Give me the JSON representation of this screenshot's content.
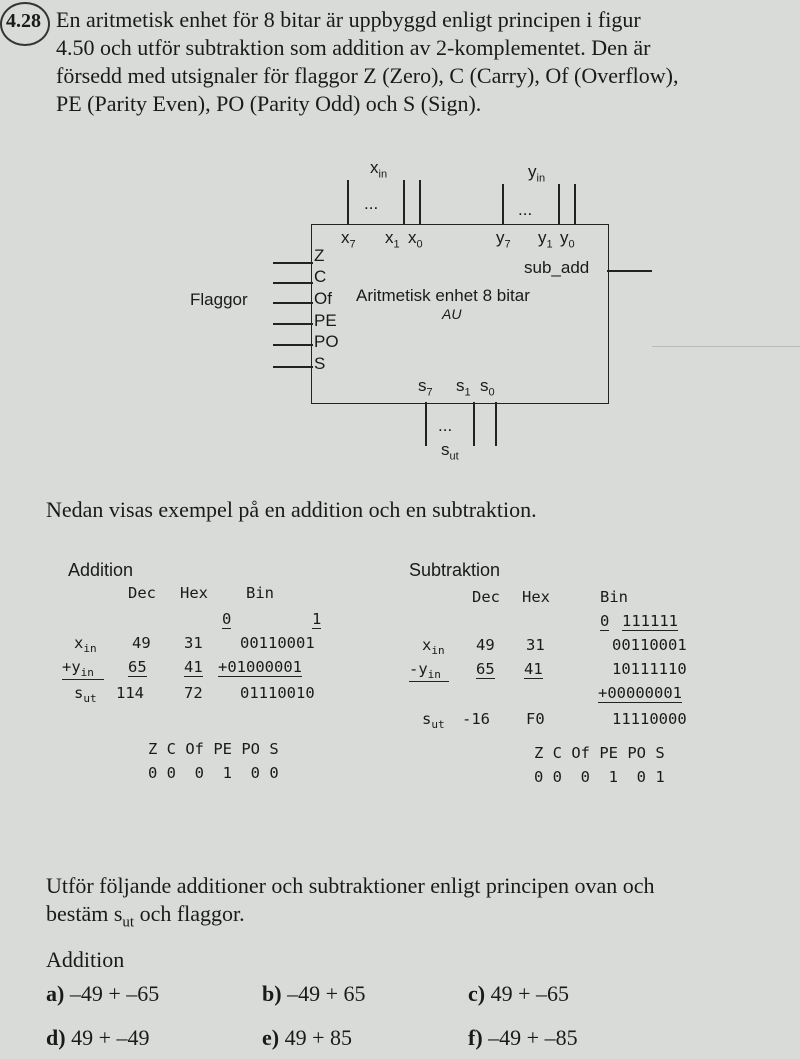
{
  "problem": {
    "number": "4.28",
    "lines": [
      "En aritmetisk enhet för 8 bitar är uppbyggd enligt principen i figur",
      "4.50 och utför subtraktion som addition av 2-komplementet. Den är",
      "försedd med utsignaler för flaggor Z (Zero), C (Carry), Of (Overflow),",
      "PE (Parity Even), PO (Parity Odd) och S (Sign)."
    ]
  },
  "diagram": {
    "x_in": "x",
    "x_in_sub": "in",
    "y_in": "y",
    "y_in_sub": "in",
    "dots": "...",
    "x7": "x",
    "x7_sub": "7",
    "x1": "x",
    "x1_sub": "1",
    "x0": "x",
    "x0_sub": "0",
    "y7": "y",
    "y7_sub": "7",
    "y1": "y",
    "y1_sub": "1",
    "y0": "y",
    "y0_sub": "0",
    "sub_add": "sub_add",
    "flags_label": "Flaggor",
    "flags": [
      "Z",
      "C",
      "Of",
      "PE",
      "PO",
      "S"
    ],
    "title": "Aritmetisk enhet 8 bitar",
    "subtitle": "AU",
    "s7": "s",
    "s7_sub": "7",
    "s1": "s",
    "s1_sub": "1",
    "s0": "s",
    "s0_sub": "0",
    "s_ut": "s",
    "s_ut_sub": "ut"
  },
  "intro": "Nedan visas exempel på en addition och en subtraktion.",
  "addition": {
    "heading": "Addition",
    "col_dec": "Dec",
    "col_hex": "Hex",
    "col_bin": "Bin",
    "carry_0": "0",
    "carry_1": "1",
    "row_x": {
      "label": "x",
      "sub": "in",
      "dec": "49",
      "hex": "31",
      "bin": "00110001"
    },
    "row_y": {
      "label": "+y",
      "sub": "in",
      "dec": "65",
      "hex": "41",
      "bin": "+01000001"
    },
    "row_s": {
      "label": "s",
      "sub": "ut",
      "dec": "114",
      "hex": "72",
      "bin": "01110010"
    },
    "flag_header": "Z C Of PE PO S",
    "flag_values": "0 0  0  1  0 0"
  },
  "subtraction": {
    "heading": "Subtraktion",
    "col_dec": "Dec",
    "col_hex": "Hex",
    "col_bin": "Bin",
    "carry_0": "0",
    "carry_row": "111111",
    "row_x": {
      "label": "x",
      "sub": "in",
      "dec": "49",
      "hex": "31",
      "bin": "00110001"
    },
    "row_y": {
      "label": "-y",
      "sub": "in",
      "dec": "65",
      "hex": "41",
      "bin": "10111110"
    },
    "bin_plus": "+00000001",
    "row_s": {
      "label": "s",
      "sub": "ut",
      "dec": "-16",
      "hex": "F0",
      "bin": "11110000"
    },
    "flag_header": "Z C Of PE PO S",
    "flag_values": "0 0  0  1  0 1"
  },
  "task": {
    "line1": "Utför följande additioner och subtraktioner enligt principen ovan och",
    "line2_pre": "bestäm s",
    "line2_sub": "ut",
    "line2_post": " och flaggor."
  },
  "exercise_heading": "Addition",
  "exercises": [
    {
      "letter": "a)",
      "expr": "–49 + –65"
    },
    {
      "letter": "b)",
      "expr": "–49 + 65"
    },
    {
      "letter": "c)",
      "expr": "49 + –65"
    },
    {
      "letter": "d)",
      "expr": "49 + –49"
    },
    {
      "letter": "e)",
      "expr": "49 + 85"
    },
    {
      "letter": "f)",
      "expr": "–49 + –85"
    }
  ]
}
